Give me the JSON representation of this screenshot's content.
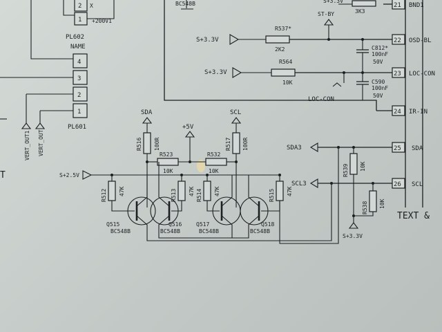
{
  "labels": {
    "supply_3v3": "S+3.3V",
    "supply_2v5": "S+2.5V",
    "plus5v": "+5V",
    "stby": "ST-BY",
    "loc_con_net": "LOC-CON",
    "sda": "SDA",
    "scl": "SCL",
    "sda3": "SDA3",
    "scl3": "SCL3",
    "name": "NAME",
    "pl601": "PL601",
    "pl602": "PL602",
    "plus200v1": "+200V1",
    "vert_out1": "VERT_OUT1",
    "vert_out": "VERT_OUT",
    "text": "TEXT &",
    "t_fragment": "T",
    "x_mark": "X",
    "top_bc548b": "BC548B"
  },
  "resistors": {
    "r537": {
      "ref": "R537*",
      "value": "2K2"
    },
    "r564": {
      "ref": "R564",
      "value": "10K"
    },
    "r523": {
      "ref": "R523",
      "value": "10K"
    },
    "r532": {
      "ref": "R532",
      "value": "10K"
    },
    "r516": {
      "ref": "R516",
      "value": "100R"
    },
    "r517": {
      "ref": "R517",
      "value": "100R"
    },
    "r512": {
      "ref": "R512",
      "value": "47K"
    },
    "r513": {
      "ref": "R513",
      "value": "47K"
    },
    "r514": {
      "ref": "R514",
      "value": "47K"
    },
    "r515": {
      "ref": "R515",
      "value": "47K"
    },
    "r539": {
      "ref": "R539",
      "value": "10K"
    },
    "r538": {
      "ref": "R538",
      "value": "10K"
    },
    "r_top": {
      "value": "3K3"
    }
  },
  "capacitors": {
    "c812": {
      "ref": "C812*",
      "value": "100nF",
      "voltage": "50V"
    },
    "c590": {
      "ref": "C590",
      "value": "100nF",
      "voltage": "50V"
    }
  },
  "transistors": {
    "q515": {
      "ref": "Q515",
      "type": "BC548B"
    },
    "q516": {
      "ref": "Q516",
      "type": "BC548B"
    },
    "q517": {
      "ref": "Q517",
      "type": "BC548B"
    },
    "q518": {
      "ref": "Q518",
      "type": "BC548B"
    }
  },
  "ic_pins": [
    {
      "num": "21",
      "name": "BND1"
    },
    {
      "num": "22",
      "name": "OSD-BL"
    },
    {
      "num": "23",
      "name": "LOC-CON"
    },
    {
      "num": "24",
      "name": "IR-IN"
    },
    {
      "num": "25",
      "name": "SDA"
    },
    {
      "num": "26",
      "name": "SCL"
    }
  ],
  "pl601_pins": [
    "4",
    "3",
    "2",
    "1"
  ],
  "pl602_pins": [
    "2",
    "1"
  ]
}
